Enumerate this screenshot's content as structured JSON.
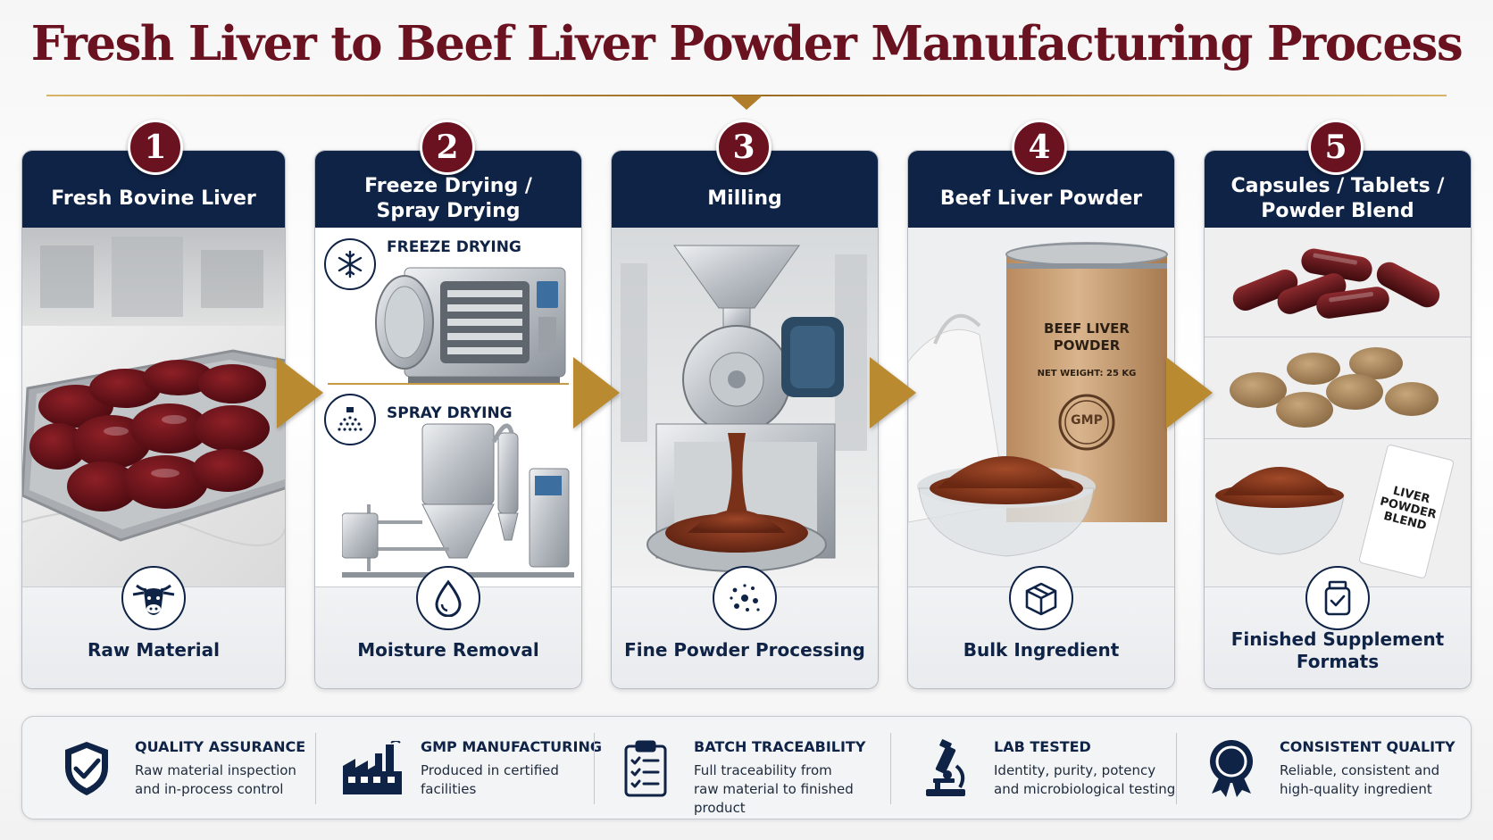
{
  "title": "Fresh Liver to Beef Liver Powder Manufacturing Process",
  "steps": [
    {
      "number": "1",
      "heading": "Fresh Bovine Liver",
      "footer": "Raw Material",
      "icon": "cow-head-icon"
    },
    {
      "number": "2",
      "heading": "Freeze Drying /\nSpray Drying",
      "footer": "Moisture Removal",
      "icon": "water-drop-icon",
      "sub": [
        {
          "label": "FREEZE DRYING",
          "icon": "snowflake-icon"
        },
        {
          "label": "SPRAY DRYING",
          "icon": "spray-nozzle-icon"
        }
      ]
    },
    {
      "number": "3",
      "heading": "Milling",
      "footer": "Fine Powder Processing",
      "icon": "particles-icon"
    },
    {
      "number": "4",
      "heading": "Beef Liver Powder",
      "footer": "Bulk Ingredient",
      "icon": "box-icon",
      "drum": {
        "line1": "BEEF LIVER",
        "line2": "POWDER",
        "weight": "NET WEIGHT: 25 KG",
        "seal_text": "GMP"
      }
    },
    {
      "number": "5",
      "heading": "Capsules / Tablets /\nPowder Blend",
      "footer": "Finished Supplement\nFormats",
      "icon": "supplement-jar-icon",
      "sachet": "LIVER\nPOWDER\nBLEND"
    }
  ],
  "features": [
    {
      "title": "QUALITY ASSURANCE",
      "desc": "Raw material inspection\nand in-process control",
      "icon": "shield-check-icon"
    },
    {
      "title": "GMP MANUFACTURING",
      "desc": "Produced in certified\nfacilities",
      "icon": "factory-icon"
    },
    {
      "title": "BATCH TRACEABILITY",
      "desc": "Full traceability from\nraw material to finished product",
      "icon": "clipboard-checklist-icon"
    },
    {
      "title": "LAB TESTED",
      "desc": "Identity, purity, potency\nand microbiological testing",
      "icon": "microscope-icon"
    },
    {
      "title": "CONSISTENT QUALITY",
      "desc": "Reliable, consistent and\nhigh-quality ingredient",
      "icon": "award-ribbon-icon"
    }
  ],
  "colors": {
    "navy": "#0f2346",
    "maroon": "#6b1221",
    "gold": "#b98a30",
    "liver": "#5a0f14",
    "powder": "#8a3a22"
  }
}
